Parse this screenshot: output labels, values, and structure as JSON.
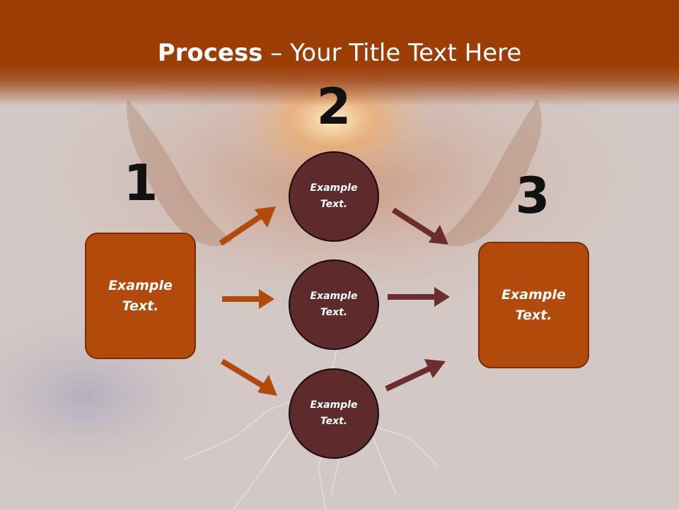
{
  "title": {
    "bold": "Process",
    "rest": " – Your Title Text Here"
  },
  "steps": [
    {
      "number": "1",
      "text": "Example\nText."
    },
    {
      "number": "2"
    },
    {
      "number": "3",
      "text": "Example\nText."
    }
  ],
  "circles": [
    {
      "text": "Example\nText."
    },
    {
      "text": "Example\nText."
    },
    {
      "text": "Example\nText."
    }
  ],
  "colors": {
    "title_bar": "#9a3c04",
    "box_fill": "#b14a0a",
    "circle_fill": "#5e2a2c",
    "arrow_left": "#b14a0a",
    "arrow_right": "#6a2e2e"
  }
}
